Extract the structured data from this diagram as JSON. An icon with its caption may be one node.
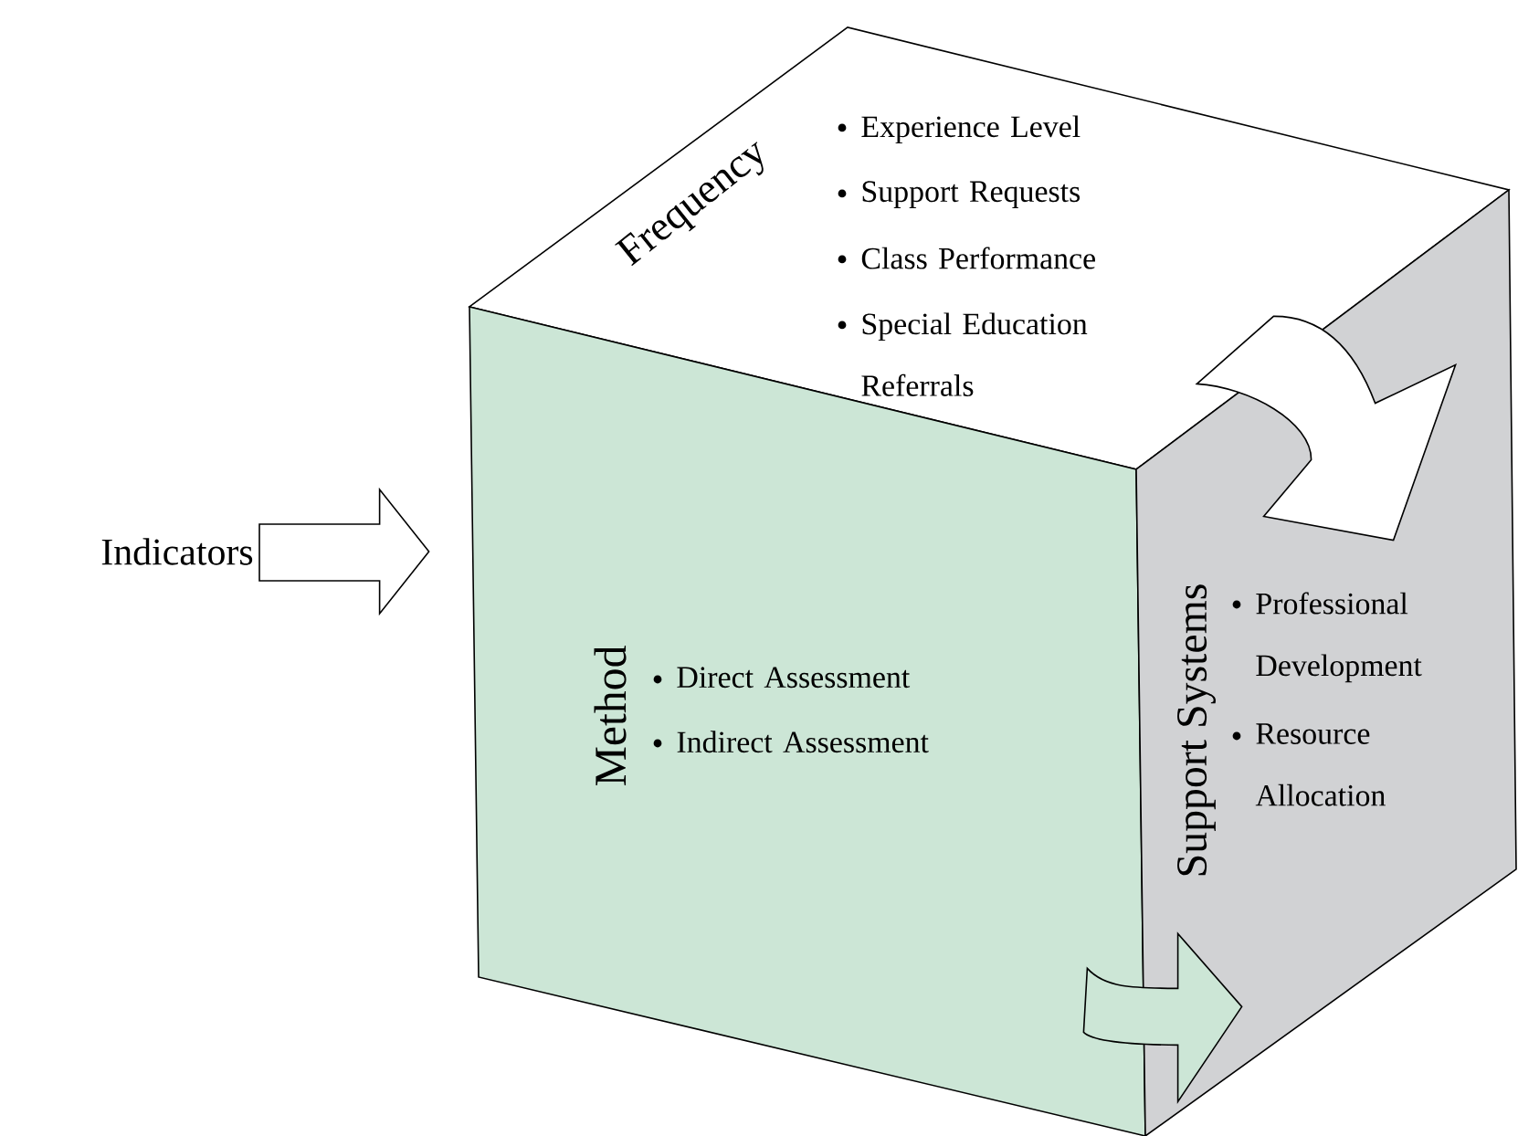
{
  "diagram": {
    "nodes": [
      {
        "text": [
          "Indicators"
        ]
      },
      {
        "text": [
          "Frequency",
          "Experience Level",
          "Support Requests",
          "Class Performance",
          "Special Education Referrals"
        ]
      },
      {
        "text": [
          "Method",
          "Direct Assessment",
          "Indirect Assessment"
        ]
      },
      {
        "text": [
          "Support Systems",
          "Professional Development",
          "Resource Allocation"
        ]
      }
    ],
    "edges": [
      {
        "from": 0,
        "to": 2,
        "arrow": "to"
      },
      {
        "from": 1,
        "to": 3,
        "arrow": "to"
      },
      {
        "from": 2,
        "to": 3,
        "arrow": "to"
      }
    ]
  }
}
